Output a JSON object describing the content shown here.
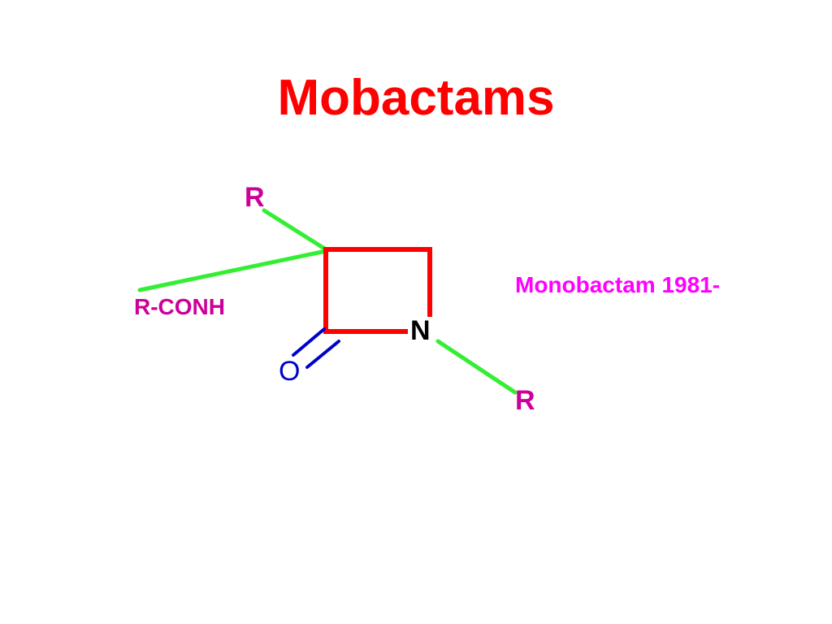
{
  "title": "Mobactams",
  "structure": {
    "substituent_top": "R",
    "substituent_left": "R-CONH",
    "ring_nitrogen": "N",
    "carbonyl_oxygen": "O",
    "substituent_n": "R"
  },
  "note": "Monobactam 1981-",
  "colors": {
    "title": "#ff0000",
    "ring": "#ff0000",
    "side_bonds": "#33ee33",
    "carbonyl_bond": "#0000cc",
    "substituent_text": "#cc0099",
    "note_text": "#ff00ff"
  }
}
